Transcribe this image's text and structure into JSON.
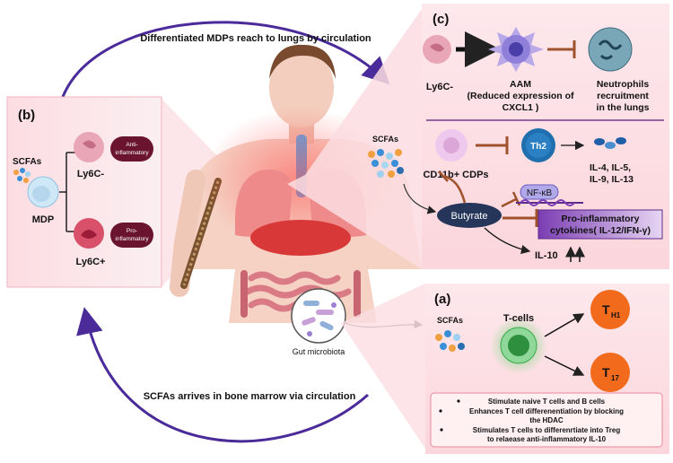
{
  "arrows": {
    "top_label": "Differentiated MDPs reach to lungs by circulation",
    "bottom_label": "SCFAs arrives in bone marrow via circulation"
  },
  "panel_b": {
    "tag": "(b)",
    "scfas": "SCFAs",
    "mdp": "MDP",
    "ly6c_minus": "Ly6C-",
    "ly6c_plus": "Ly6C+",
    "anti_badge": [
      "Anti-",
      "inflammatory"
    ],
    "pro_badge": [
      "Pro-",
      "inflammatory"
    ]
  },
  "panel_c": {
    "tag": "(c)",
    "ly6c": "Ly6C-",
    "aam": [
      "AAM",
      "(Reduced expression of",
      "CXCL1 )"
    ],
    "neutrophils": [
      "Neutrophils",
      "recruitment",
      "in the lungs"
    ]
  },
  "middle": {
    "scfas": "SCFAs",
    "cdp": "CD11b+ CDPs",
    "th2": "Th2",
    "interleukins": [
      "IL-4, IL-5,",
      "IL-9, IL-13"
    ],
    "butyrate": "Butyrate",
    "nfkb": "NF-κB",
    "pro_cytokines": [
      "Pro-inflammatory",
      "cytokines( IL-12/IFN-γ)"
    ],
    "il10": "IL-10"
  },
  "gut": {
    "label": "Gut microbiota"
  },
  "panel_a": {
    "tag": "(a)",
    "scfas": "SCFAs",
    "tcells": "T-cells",
    "th1": {
      "main": "T",
      "sub": "H1"
    },
    "th17": {
      "main": "T",
      "sub": "17"
    },
    "bullets": [
      [
        "Stimulate naive T cells and B cells"
      ],
      [
        "Enhances T cell differenentiation by blocking",
        "the HDAC"
      ],
      [
        "Stimulates T cells to differenrtiate into Treg",
        "to relaease anti-inflammatory IL-10"
      ]
    ]
  },
  "colors": {
    "panel_pink": "#fbd6dc",
    "arrow_purple": "#4b2a9a",
    "badge_maroon": "#6a1430",
    "inhibit_brown": "#a0522d",
    "th_orange": "#f26a1b",
    "th2_blue": "#1f6fae",
    "butyrate_navy": "#26365a"
  }
}
